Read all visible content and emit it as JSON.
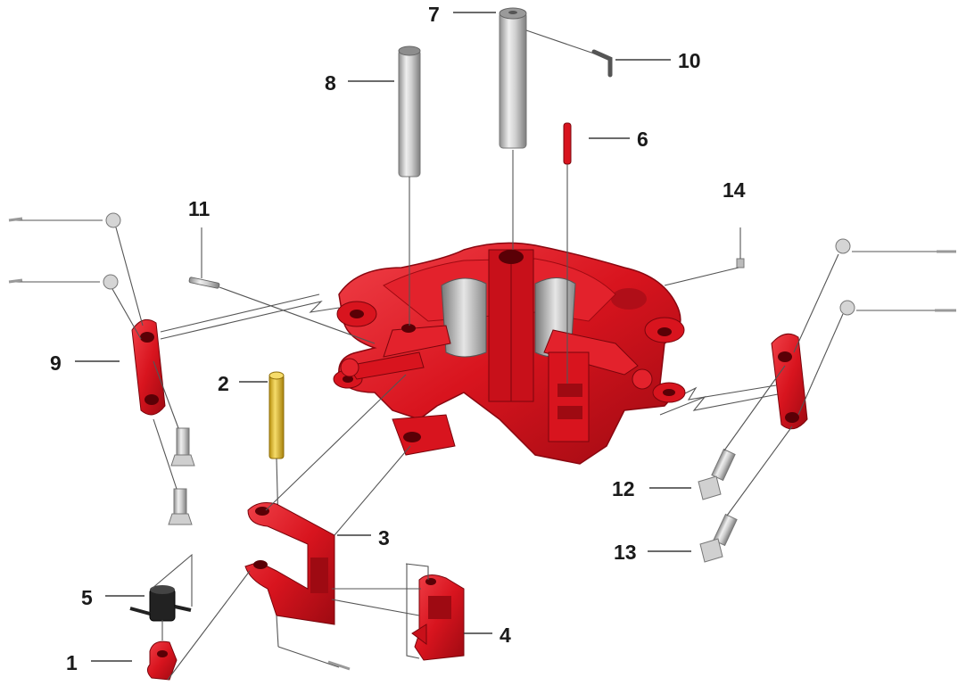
{
  "diagram": {
    "type": "exploded-parts-diagram",
    "part_numbers": [
      "1",
      "2",
      "3",
      "4",
      "5",
      "6",
      "7",
      "8",
      "9",
      "10",
      "11",
      "12",
      "13",
      "14"
    ],
    "colors": {
      "body_red": "#d8141e",
      "body_red_dark": "#9e0a12",
      "body_red_light": "#f0404a",
      "steel": "#c9c9c9",
      "steel_dark": "#8a8a8a",
      "brass": "#e8c23a",
      "rubber_black": "#222222"
    }
  },
  "callouts": {
    "c1": "1",
    "c2": "2",
    "c3": "3",
    "c4": "4",
    "c5": "5",
    "c6": "6",
    "c7": "7",
    "c8": "8",
    "c9": "9",
    "c10": "10",
    "c11": "11",
    "c12": "12",
    "c13": "13",
    "c14": "14"
  }
}
